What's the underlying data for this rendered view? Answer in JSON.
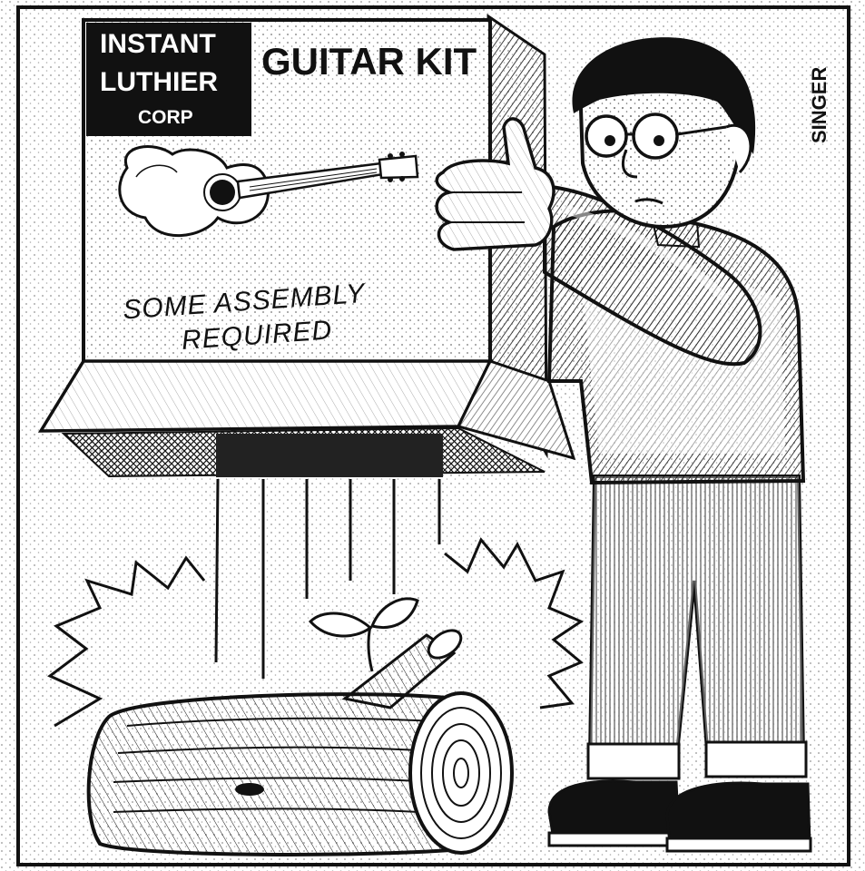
{
  "brand": {
    "line1": "INSTANT",
    "line2": "LUTHIER",
    "line3": "CORP"
  },
  "box": {
    "product": "GUITAR KIT",
    "assembly_line1": "SOME ASSEMBLY",
    "assembly_line2": "REQUIRED"
  },
  "signature": "SINGER",
  "colors": {
    "ink": "#111111",
    "paper": "#ffffff",
    "shade": "#8a8a8a",
    "light_shade": "#cfcfcf"
  },
  "icons": [
    "guitar-icon",
    "log-icon",
    "sprout-icon",
    "impact-burst-icon"
  ]
}
